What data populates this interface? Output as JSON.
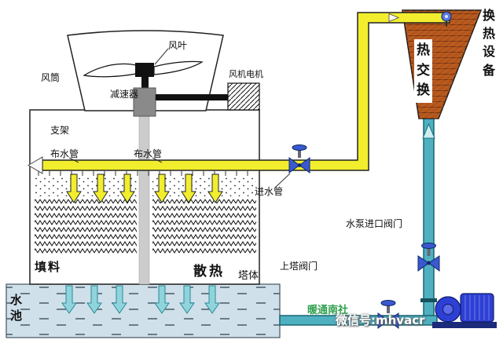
{
  "tower": {
    "fan_blade": "风叶",
    "fan_motor": "风机电机",
    "wind_cylinder": "风筒",
    "reducer": "减速器",
    "support": "支架",
    "water_distribution_pipe": "布水管",
    "fill_material": "填料",
    "heat_dissipation": "散热",
    "tower_body": "塔体",
    "water_pool": "水池"
  },
  "piping": {
    "inlet_pipe": "进水管",
    "pump_inlet_valve": "水泵进口阀门",
    "up_tower_valve": "上塔阀门"
  },
  "heat_exchanger": {
    "name": "热交换",
    "equipment": "换热设备"
  },
  "watermark": {
    "brand": "暖通南社",
    "wechat_id": "微信号:mhvacr"
  },
  "colors": {
    "hot_water_pipe": "#f2ee2e",
    "cold_water_pipe": "#4fb0c0",
    "heat_exchanger_body": "#b3551b",
    "pool_water": "#cfe0ea",
    "pump_blue": "#2d3fd4"
  }
}
